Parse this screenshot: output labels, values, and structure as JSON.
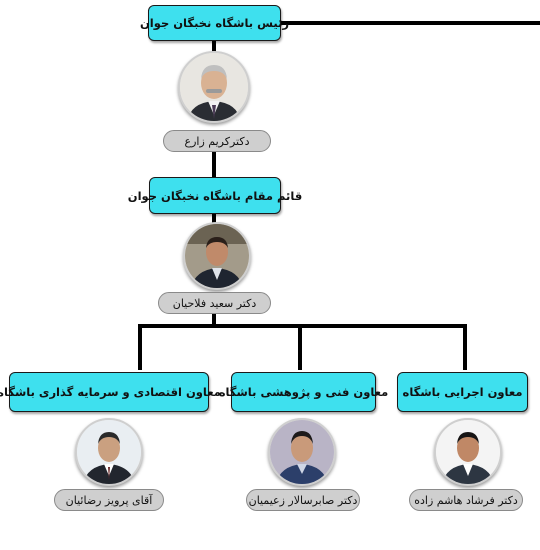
{
  "chart": {
    "head": {
      "title": "رئیس باشگاه نخبگان جوان",
      "name": "دکترکریم زارع"
    },
    "deputy": {
      "title": "قائم مقام باشگاه نخبگان جوان",
      "name": "دکتر سعید فلاحیان"
    },
    "left": {
      "title": "معاون اقتصادی و سرمایه گذاری باشگاه",
      "name": "آقای پرویز رضائیان"
    },
    "middle": {
      "title": "معاون فنی و پژوهشی باشگاه",
      "name": "دکتر صابرسالار زعیمیان"
    },
    "right": {
      "title": "معاون اجرایی باشگاه",
      "name": "دکتر فرشاد هاشم زاده"
    }
  },
  "colors": {
    "title_box": "#3ee0ee",
    "name_pill": "#cfcfcf",
    "connector": "#000000"
  }
}
